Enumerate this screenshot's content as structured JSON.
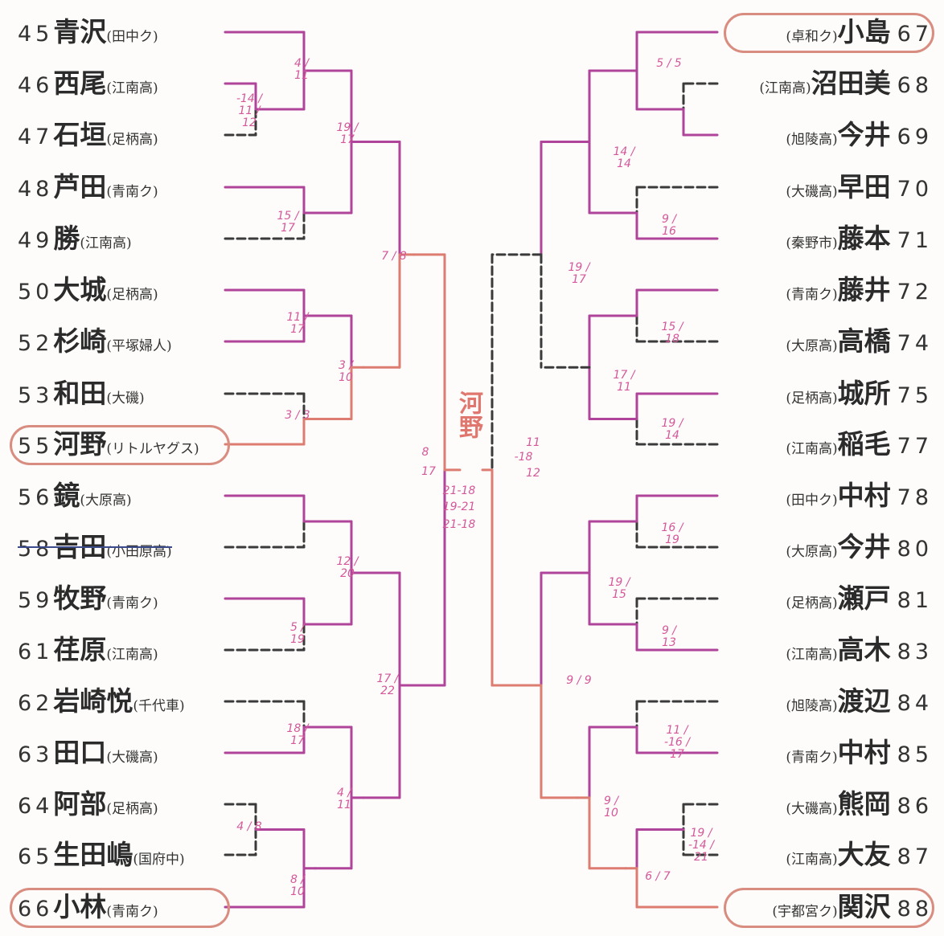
{
  "title": "",
  "champion": "河野",
  "final_scores": [
    "8",
    "17",
    "11",
    "-18",
    "12",
    "21-18",
    "19-21",
    "21-18"
  ],
  "left_entries": [
    {
      "num": "45",
      "name": "青沢",
      "team": "(田中ク)"
    },
    {
      "num": "46",
      "name": "西尾",
      "team": "(江南高)"
    },
    {
      "num": "47",
      "name": "石垣",
      "team": "(足柄高)"
    },
    {
      "num": "48",
      "name": "芦田",
      "team": "(青南ク)"
    },
    {
      "num": "49",
      "name": "勝",
      "team": "(江南高)"
    },
    {
      "num": "50",
      "name": "大城",
      "team": "(足柄高)"
    },
    {
      "num": "52",
      "name": "杉崎",
      "team": "(平塚婦人)"
    },
    {
      "num": "53",
      "name": "和田",
      "team": "(大磯)"
    },
    {
      "num": "55",
      "name": "河野",
      "team": "(リトルヤグス)"
    },
    {
      "num": "56",
      "name": "鏡",
      "team": "(大原高)"
    },
    {
      "num": "58",
      "name": "吉田",
      "team": "(小田原高)"
    },
    {
      "num": "59",
      "name": "牧野",
      "team": "(青南ク)"
    },
    {
      "num": "61",
      "name": "荏原",
      "team": "(江南高)"
    },
    {
      "num": "62",
      "name": "岩崎悦",
      "team": "(千代車)"
    },
    {
      "num": "63",
      "name": "田口",
      "team": "(大磯高)"
    },
    {
      "num": "64",
      "name": "阿部",
      "team": "(足柄高)"
    },
    {
      "num": "65",
      "name": "生田嶋",
      "team": "(国府中)"
    },
    {
      "num": "66",
      "name": "小林",
      "team": "(青南ク)"
    }
  ],
  "right_entries": [
    {
      "num": "67",
      "name": "小島",
      "team": "(卓和ク)"
    },
    {
      "num": "68",
      "name": "沼田美",
      "team": "(江南高)"
    },
    {
      "num": "69",
      "name": "今井",
      "team": "(旭陵高)"
    },
    {
      "num": "70",
      "name": "早田",
      "team": "(大磯高)"
    },
    {
      "num": "71",
      "name": "藤本",
      "team": "(秦野市)"
    },
    {
      "num": "72",
      "name": "藤井",
      "team": "(青南ク)"
    },
    {
      "num": "74",
      "name": "高橋",
      "team": "(大原高)"
    },
    {
      "num": "75",
      "name": "城所",
      "team": "(足柄高)"
    },
    {
      "num": "77",
      "name": "稲毛",
      "team": "(江南高)"
    },
    {
      "num": "78",
      "name": "中村",
      "team": "(田中ク)"
    },
    {
      "num": "80",
      "name": "今井",
      "team": "(大原高)"
    },
    {
      "num": "81",
      "name": "瀬戸",
      "team": "(足柄高)"
    },
    {
      "num": "83",
      "name": "高木",
      "team": "(江南高)"
    },
    {
      "num": "84",
      "name": "渡辺",
      "team": "(旭陵高)"
    },
    {
      "num": "85",
      "name": "中村",
      "team": "(青南ク)"
    },
    {
      "num": "86",
      "name": "熊岡",
      "team": "(大磯高)"
    },
    {
      "num": "87",
      "name": "大友",
      "team": "(江南高)"
    },
    {
      "num": "88",
      "name": "関沢",
      "team": "(宇都宮ク)"
    }
  ],
  "match_scores": [
    "4 / 11",
    "-14 / 11 / 12",
    "19 / 17",
    "15 / 17",
    "11 / 17",
    "3 / 10",
    "3 / 3",
    "7 / 8",
    "12 / 20",
    "5 / 19",
    "18 / 17",
    "4 / 8",
    "8 / 10",
    "4 / 11",
    "17 / 22",
    "5 / 5",
    "14 / 14",
    "9 / 16",
    "19 / 17",
    "15 / 18",
    "17 / 11",
    "19 / 14",
    "16 / 19",
    "19 / 15",
    "9 / 13",
    "11 / -16 / 17",
    "19 / -14 / 21",
    "6 / 7",
    "9 / 10",
    "9 / 9"
  ]
}
